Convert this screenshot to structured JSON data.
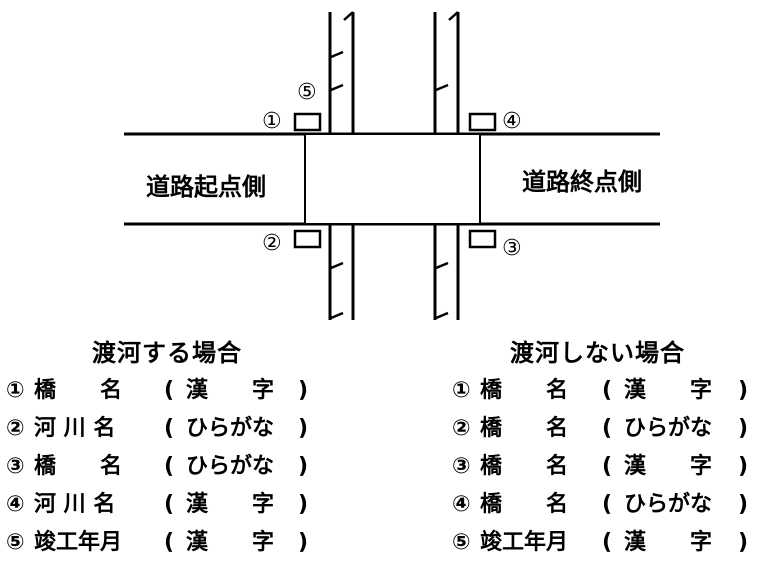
{
  "diagram": {
    "road_start_label": "道路起点側",
    "road_end_label": "道路終点側",
    "markers": [
      "①",
      "②",
      "③",
      "④",
      "⑤"
    ]
  },
  "crossing_river": {
    "title": "渡河する場合",
    "items": [
      {
        "num": "①",
        "label": "橋　　名",
        "value": "漢　　字"
      },
      {
        "num": "②",
        "label": "河 川 名",
        "value": "ひらがな"
      },
      {
        "num": "③",
        "label": "橋　　名",
        "value": "ひらがな"
      },
      {
        "num": "④",
        "label": "河 川 名",
        "value": "漢　　字"
      },
      {
        "num": "⑤",
        "label": "竣工年月",
        "value": "漢　　字"
      }
    ]
  },
  "not_crossing_river": {
    "title": "渡河しない場合",
    "items": [
      {
        "num": "①",
        "label": "橋　　名",
        "value": "漢　　字"
      },
      {
        "num": "②",
        "label": "橋　　名",
        "value": "ひらがな"
      },
      {
        "num": "③",
        "label": "橋　　名",
        "value": "漢　　字"
      },
      {
        "num": "④",
        "label": "橋　　名",
        "value": "ひらがな"
      },
      {
        "num": "⑤",
        "label": "竣工年月",
        "value": "漢　　字"
      }
    ]
  }
}
